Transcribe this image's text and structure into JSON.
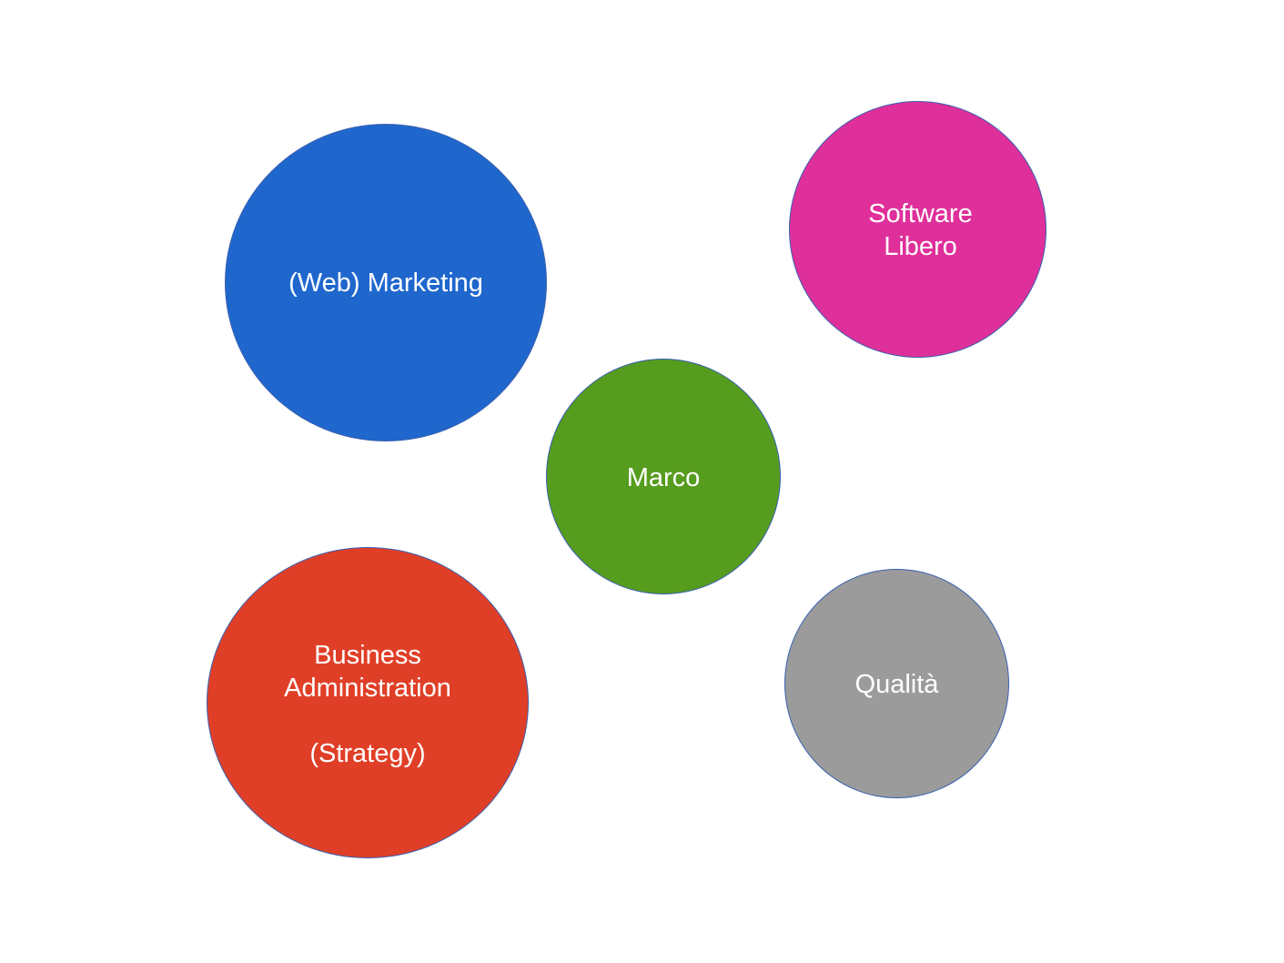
{
  "bubbles": {
    "marketing": {
      "label": "(Web) Marketing",
      "color": "#1f67cd"
    },
    "software": {
      "label": "Software\nLibero",
      "color": "#df2f9a"
    },
    "marco": {
      "label": "Marco",
      "color": "#569c1e"
    },
    "business": {
      "label": "Business\nAdministration\n\n(Strategy)",
      "color": "#e03f27"
    },
    "quality": {
      "label": "Qualità",
      "color": "#9b9b9b"
    }
  }
}
